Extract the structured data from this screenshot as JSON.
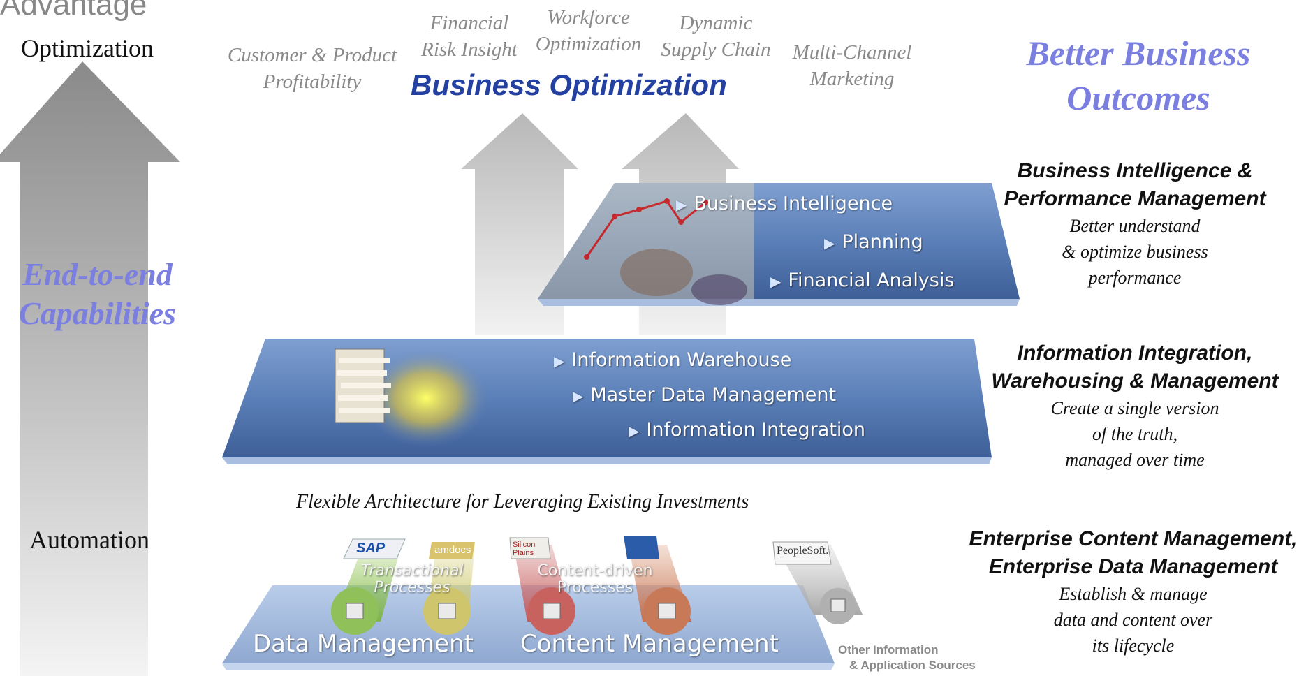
{
  "left_axis": {
    "title_partial": "Advantage",
    "top_label": "Optimization",
    "middle_label": "End-to-end Capabilities",
    "middle_line1": "End-to-end",
    "middle_line2": "Capabilities",
    "bottom_label": "Automation"
  },
  "top_area": {
    "items": [
      {
        "line1": "Customer & Product",
        "line2": "Profitability"
      },
      {
        "line1": "Financial",
        "line2": "Risk Insight"
      },
      {
        "line1": "Workforce",
        "line2": "Optimization"
      },
      {
        "line1": "Dynamic",
        "line2": "Supply Chain"
      },
      {
        "line1": "Multi-Channel",
        "line2": "Marketing"
      }
    ],
    "headline": "Business Optimization",
    "outcomes_line1": "Better Business",
    "outcomes_line2": "Outcomes"
  },
  "layers": {
    "top": {
      "items": [
        "Business Intelligence",
        "Planning",
        "Financial Analysis"
      ],
      "heading_line1": "Business Intelligence &",
      "heading_line2": "Performance Management",
      "desc": [
        "Better understand",
        "& optimize business",
        "performance"
      ]
    },
    "middle": {
      "items": [
        "Information Warehouse",
        "Master Data Management",
        "Information Integration"
      ],
      "heading_line1": "Information Integration,",
      "heading_line2": "Warehousing & Management",
      "desc": [
        "Create a single version",
        "of the truth,",
        "managed over time"
      ]
    },
    "bottom": {
      "caption": "Flexible Architecture for Leveraging Existing Investments",
      "left_label": "Data Management",
      "right_label": "Content Management",
      "process_left_1": "Transactional",
      "process_left_2": "Processes",
      "process_right_1": "Content-driven",
      "process_right_2": "Processes",
      "logos": [
        "SAP",
        "amdocs",
        "Silicon Plains",
        "",
        "PeopleSoft."
      ],
      "other_sources_1": "Other Information",
      "other_sources_2": "& Application Sources",
      "heading_line1": "Enterprise Content Management,",
      "heading_line2": "Enterprise Data Management",
      "desc": [
        "Establish & manage",
        "data and content over",
        "its lifecycle"
      ]
    }
  },
  "colors": {
    "accent": "#7a7fe0",
    "headline_blue": "#2440a0",
    "layer_blue": "#5b7fb8",
    "layer_dark": "#3e5f98"
  }
}
